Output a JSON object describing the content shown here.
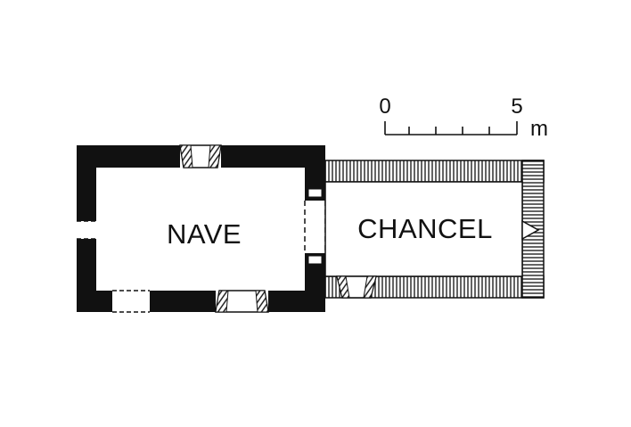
{
  "rooms": {
    "nave": "NAVE",
    "chancel": "CHANCEL"
  },
  "scale_bar": {
    "start_label": "0",
    "end_label": "5",
    "unit_label": "m"
  },
  "colors": {
    "wall": "#111111",
    "background": "#ffffff"
  }
}
